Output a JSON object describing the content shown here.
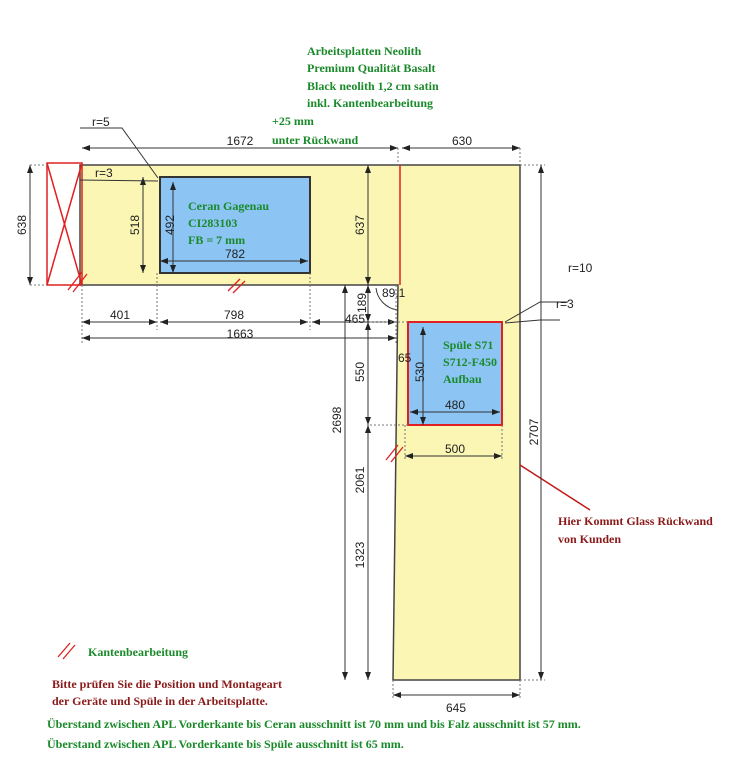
{
  "header_note": [
    "Arbeitsplatten Neolith",
    "Premium Qualität Basalt",
    "Black neolith 1,2 cm satin",
    "inkl. Kantenbearbeitung"
  ],
  "rueckwand_note": [
    "+25 mm",
    "unter Rückwand"
  ],
  "radius_labels": {
    "r5": "r=5",
    "r3_ceran": "r=3",
    "r10": "r=10",
    "r3_sink": "r=3"
  },
  "ceran": {
    "lines": [
      "Ceran Gagenau",
      "CI283103",
      "FB = 7 mm"
    ],
    "width": "782",
    "height": "492",
    "cut_height": "518"
  },
  "sink": {
    "lines": [
      "Spüle S71",
      "S712-F450",
      "Aufbau"
    ],
    "width": "480",
    "height": "530",
    "offset": "65",
    "dist": "500"
  },
  "dimensions": {
    "top_left": "1672",
    "top_right": "630",
    "left_depth": "638",
    "depth_637": "637",
    "d401": "401",
    "d798": "798",
    "d465": "465",
    "d1663": "1663",
    "d189": "189",
    "angle": "89.1",
    "d550": "550",
    "d2698": "2698",
    "d2061": "2061",
    "d1323": "1323",
    "d2707": "2707",
    "d645": "645"
  },
  "glass_note": [
    "Hier Kommt Glass Rückwand",
    "von Kunden"
  ],
  "legend_label": "Kantenbearbeitung",
  "check_note": [
    "Bitte prüfen Sie die Position und Montageart",
    "der Geräte und Spüle in der Arbeitsplatte."
  ],
  "footer_notes": [
    "Überstand zwischen APL Vorderkante bis Ceran ausschnitt ist 70 mm und bis Falz ausschnitt ist 57 mm.",
    "Überstand zwischen APL Vorderkante bis Spüle ausschnitt ist 65 mm."
  ],
  "colors": {
    "counter": "#fbf6b4",
    "cutout": "#8cc4f4",
    "edge": "#e02020",
    "text_green": "#1a8a2a",
    "text_red": "#8b1a1a"
  }
}
